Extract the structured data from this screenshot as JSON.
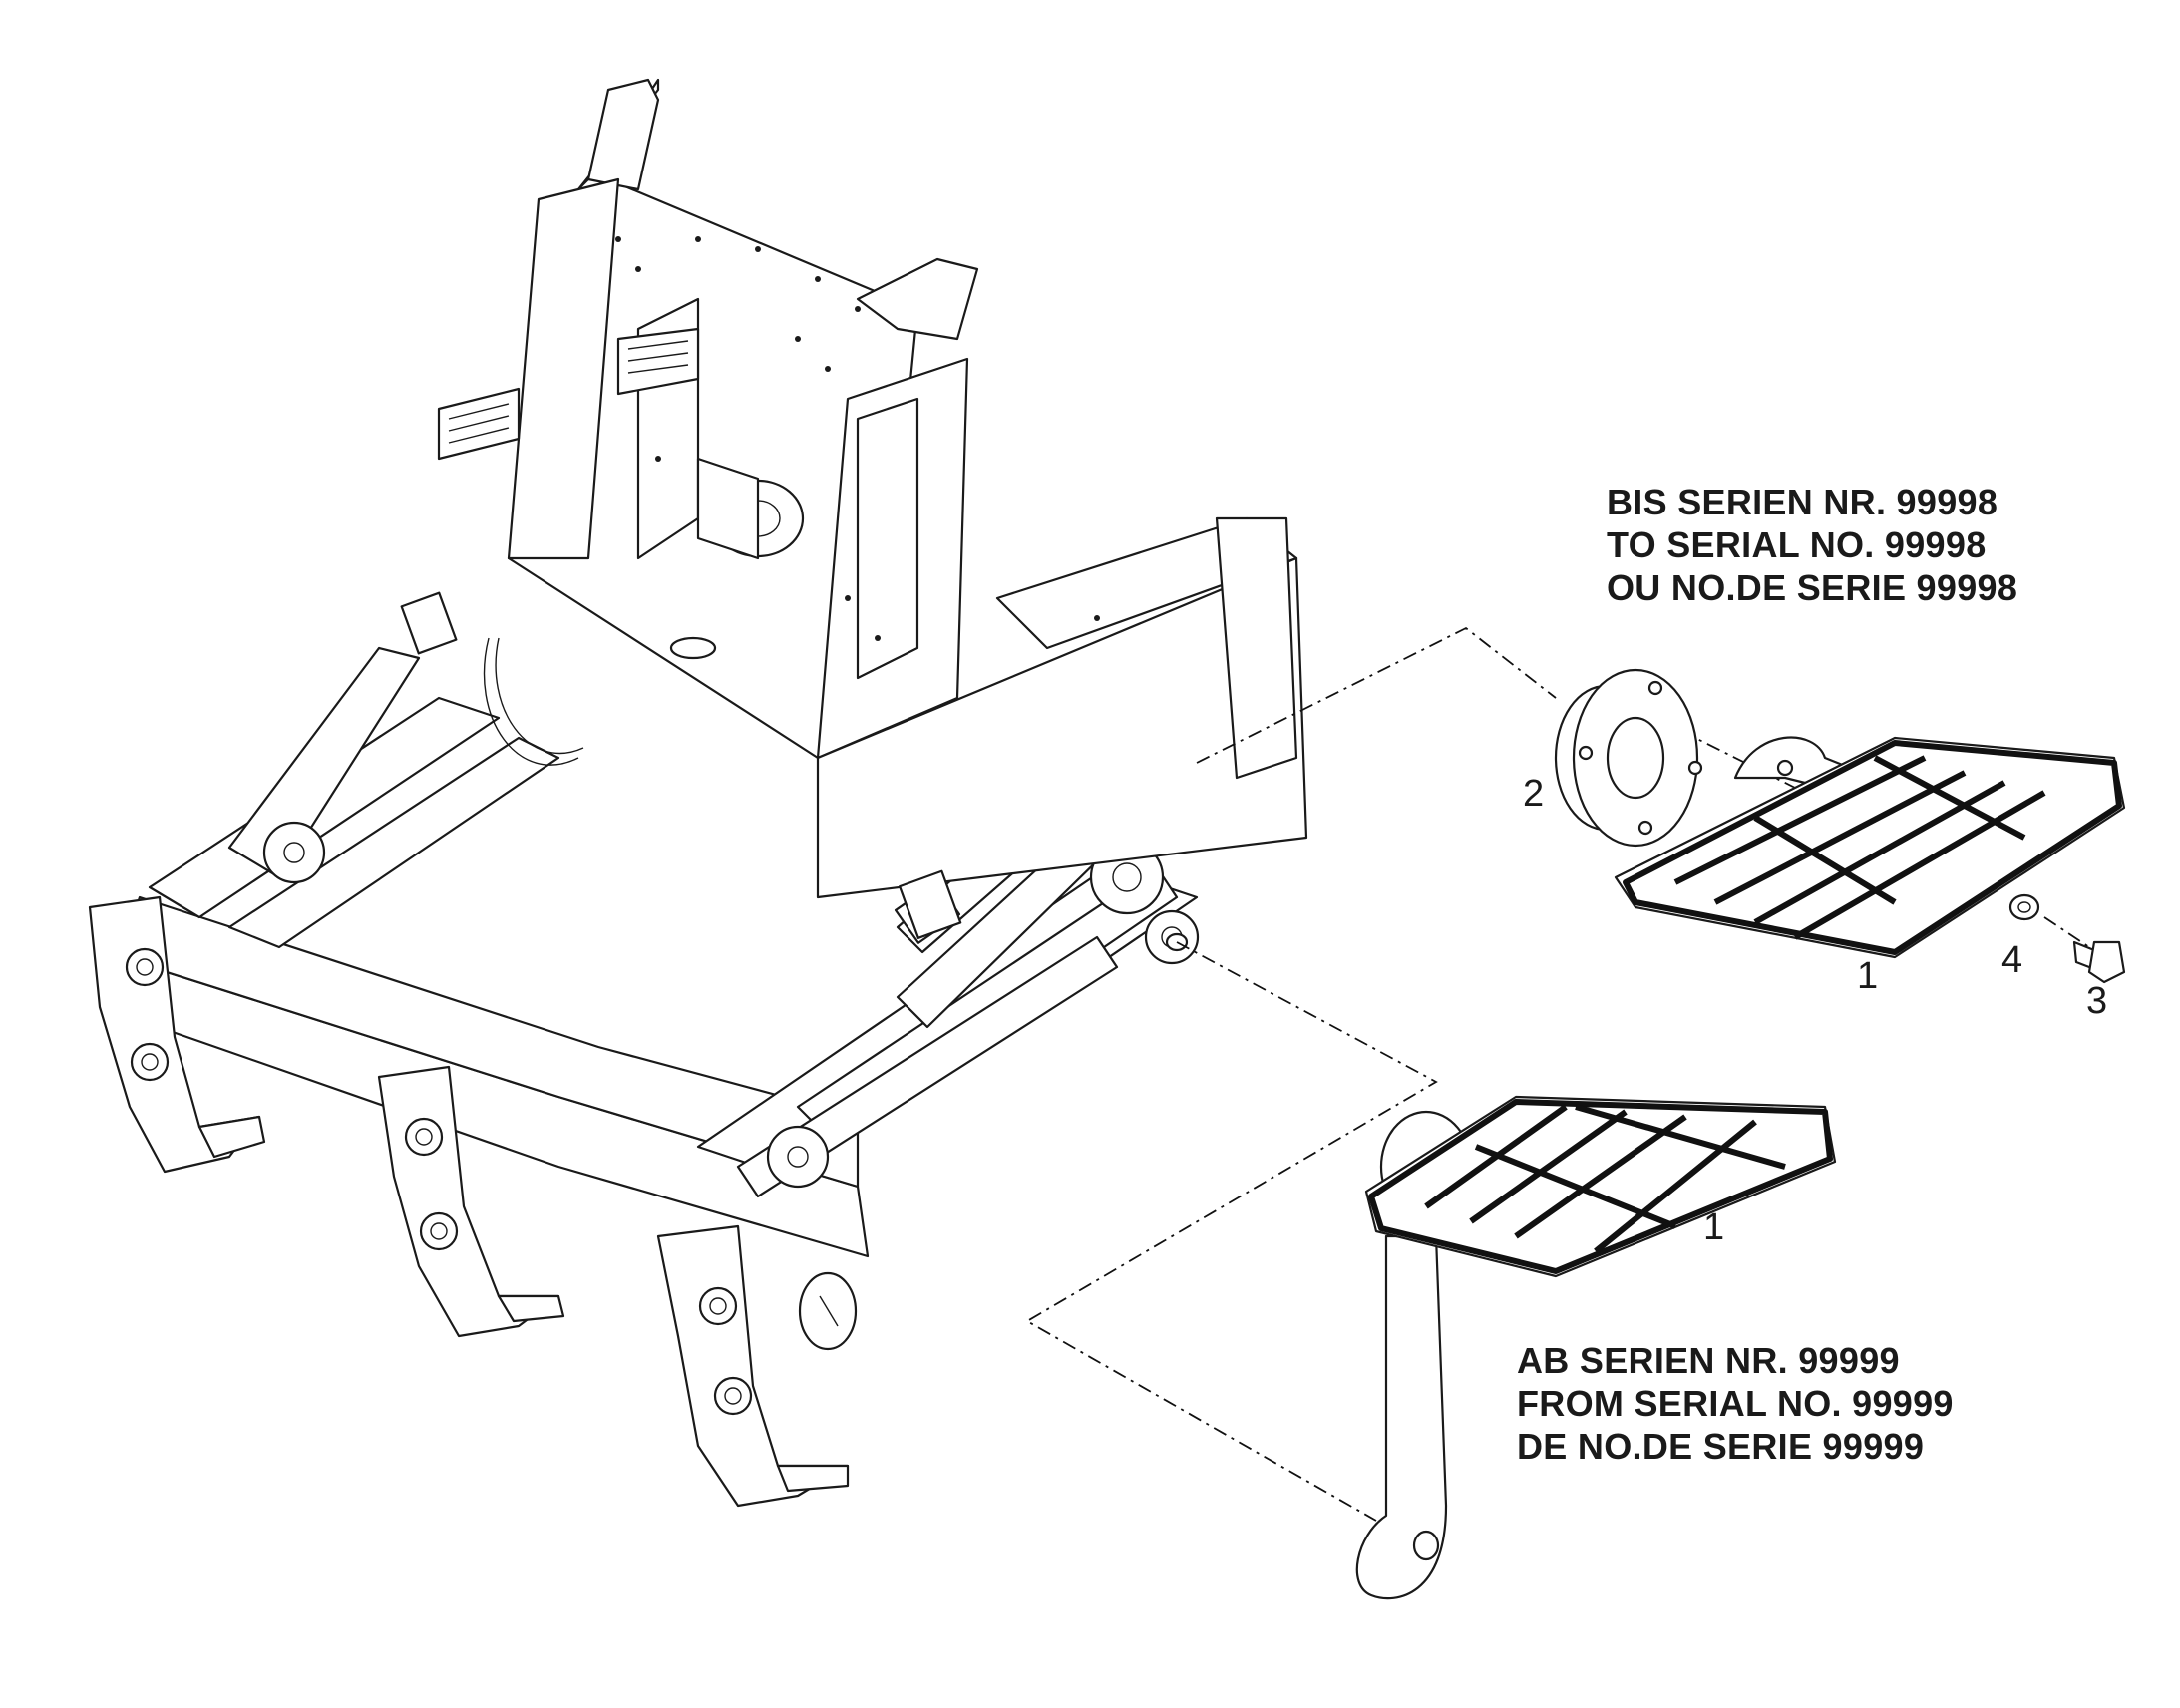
{
  "notes": {
    "upper": [
      "BIS SERIEN NR. 99998",
      "TO SERIAL NO. 99998",
      "OU NO.DE SERIE 99998"
    ],
    "lower": [
      "AB SERIEN NR. 99999",
      "FROM SERIAL NO. 99999",
      "DE NO.DE SERIE 99999"
    ]
  },
  "callouts": {
    "step_old": "1",
    "flange": "2",
    "bolt": "3",
    "washer": "4",
    "step_new": "1"
  }
}
